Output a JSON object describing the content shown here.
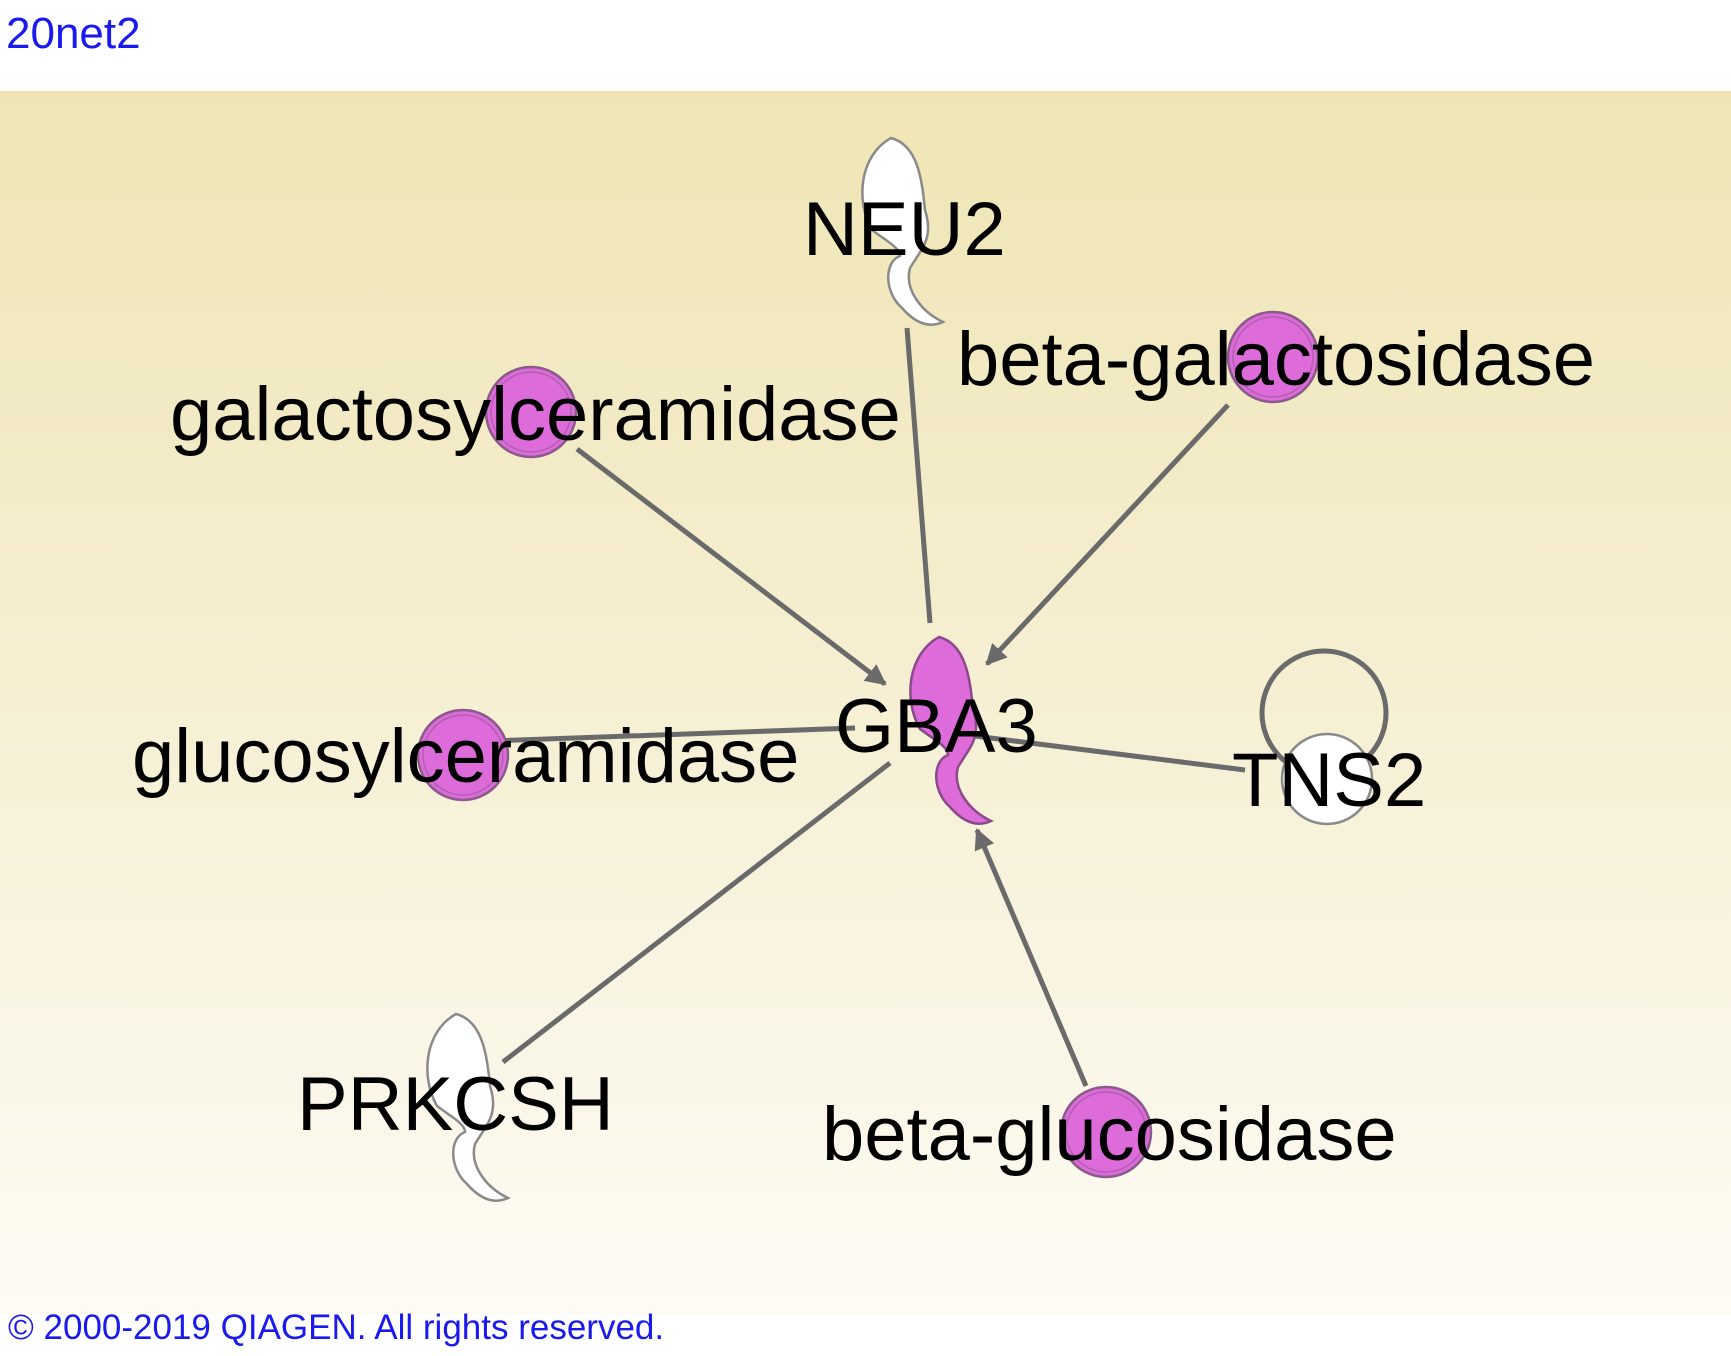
{
  "title": "20net2",
  "footer": "© 2000-2019 QIAGEN. All rights reserved.",
  "colors": {
    "highlight": "#dd6bd9",
    "neutral": "#ffffff",
    "edge": "#6a6a6a",
    "link": "#1a1aee"
  },
  "nodes": {
    "neu2": {
      "label": "NEU2",
      "shape": "enzyme",
      "highlighted": false
    },
    "beta_galactosidase": {
      "label": "beta-galactosidase",
      "shape": "circle",
      "highlighted": true
    },
    "galactosylceramidase": {
      "label": "galactosylceramidase",
      "shape": "circle",
      "highlighted": true
    },
    "gba3": {
      "label": "GBA3",
      "shape": "enzyme",
      "highlighted": true
    },
    "glucosylceramidase": {
      "label": "glucosylceramidase",
      "shape": "circle",
      "highlighted": true
    },
    "tns2": {
      "label": "TNS2",
      "shape": "circle",
      "highlighted": false
    },
    "prkcsh": {
      "label": "PRKCSH",
      "shape": "enzyme",
      "highlighted": false
    },
    "beta_glucosidase": {
      "label": "beta-glucosidase",
      "shape": "circle",
      "highlighted": true
    }
  },
  "edges": [
    {
      "from": "NEU2",
      "to": "GBA3",
      "type": "line"
    },
    {
      "from": "beta-galactosidase",
      "to": "GBA3",
      "type": "arrow"
    },
    {
      "from": "galactosylceramidase",
      "to": "GBA3",
      "type": "arrow"
    },
    {
      "from": "glucosylceramidase",
      "to": "GBA3",
      "type": "line"
    },
    {
      "from": "GBA3",
      "to": "TNS2",
      "type": "line"
    },
    {
      "from": "TNS2",
      "to": "TNS2",
      "type": "self-loop"
    },
    {
      "from": "PRKCSH",
      "to": "GBA3",
      "type": "line"
    },
    {
      "from": "beta-glucosidase",
      "to": "GBA3",
      "type": "arrow"
    }
  ]
}
